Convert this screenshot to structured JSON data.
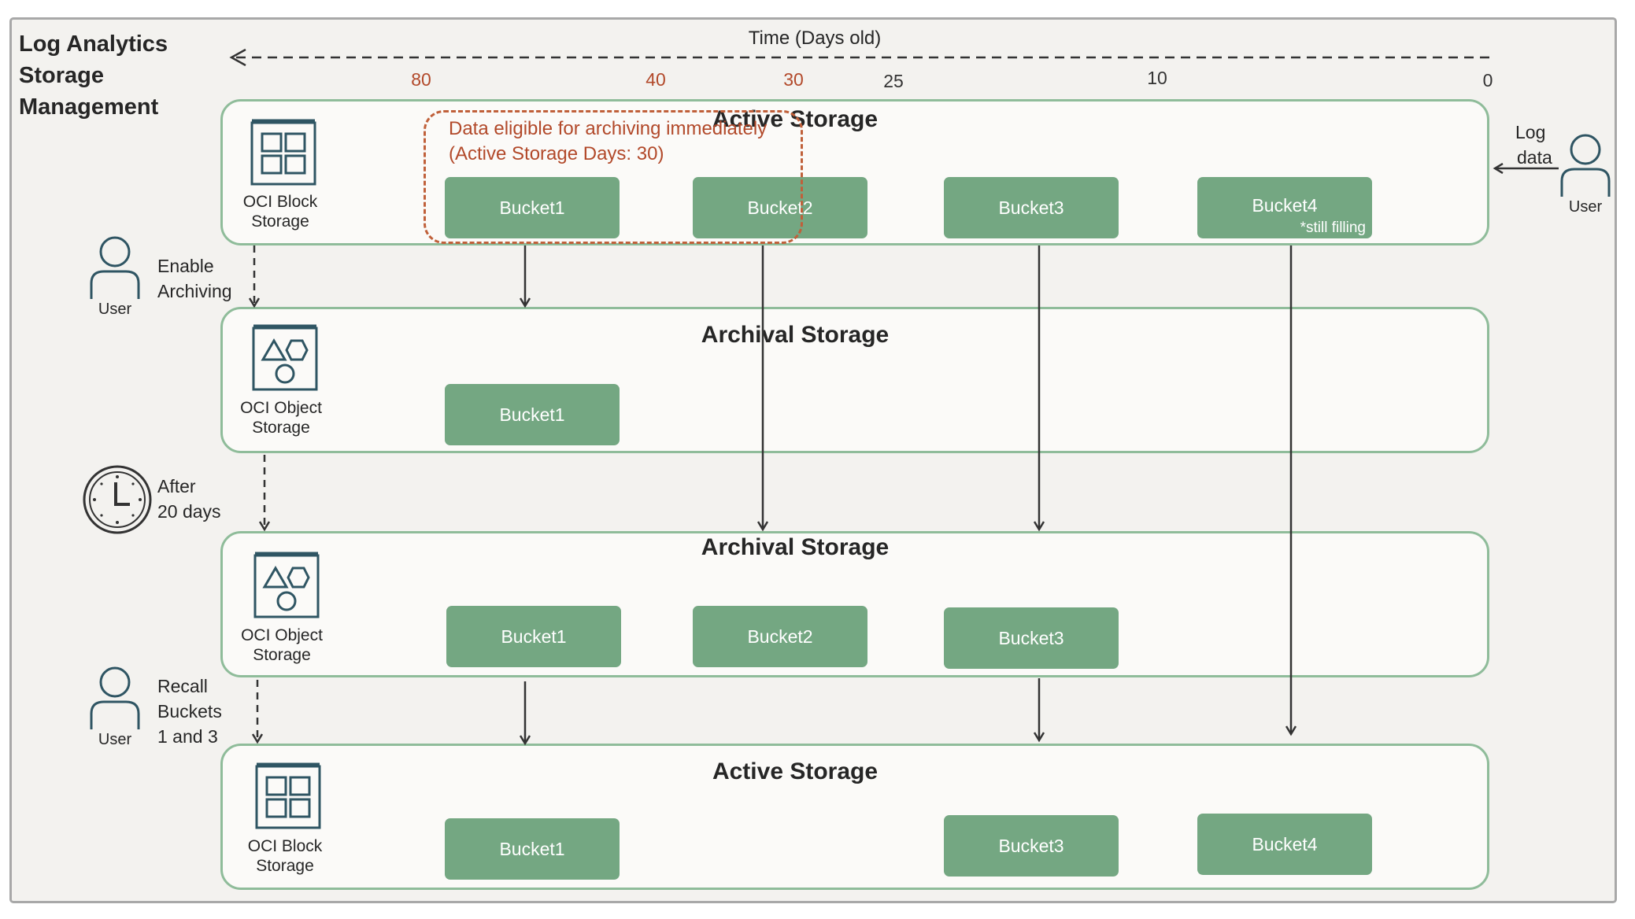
{
  "diagram": {
    "title": "Log Analytics Storage Management",
    "axis_label": "Time (Days old)",
    "ticks": [
      "80",
      "40",
      "30",
      "25",
      "10",
      "0"
    ],
    "eligible_box": {
      "line1": "Data eligible for archiving immediately",
      "line2": "(Active Storage Days: 30)"
    },
    "panels": [
      {
        "title": "Active Storage",
        "service_line1": "OCI Block",
        "service_line2": "Storage",
        "buckets": [
          "Bucket1",
          "Bucket2",
          "Bucket3",
          "Bucket4"
        ],
        "bucket4_note": "*still filling"
      },
      {
        "title": "Archival Storage",
        "service_line1": "OCI Object",
        "service_line2": "Storage",
        "buckets": [
          "Bucket1"
        ]
      },
      {
        "title": "Archival Storage",
        "service_line1": "OCI Object",
        "service_line2": "Storage",
        "buckets": [
          "Bucket1",
          "Bucket2",
          "Bucket3"
        ]
      },
      {
        "title": "Active Storage",
        "service_line1": "OCI Block",
        "service_line2": "Storage",
        "buckets": [
          "Bucket1",
          "Bucket3",
          "Bucket4"
        ]
      }
    ],
    "steps": {
      "enable": {
        "line1": "Enable",
        "line2": "Archiving",
        "actor": "User"
      },
      "after": {
        "line1": "After",
        "line2": "20 days"
      },
      "recall": {
        "line1": "Recall",
        "line2": "Buckets",
        "line3": "1 and 3",
        "actor": "User"
      }
    },
    "ingest": {
      "line1": "Log",
      "line2": "data",
      "actor": "User"
    },
    "colors": {
      "bucket_fill": "#74a782",
      "panel_border": "#8fbc9a",
      "accent_brown": "#b2492a",
      "icon_teal": "#2f5563"
    },
    "icons": [
      "block-storage-icon",
      "object-storage-icon",
      "clock-icon",
      "user-icon"
    ]
  }
}
